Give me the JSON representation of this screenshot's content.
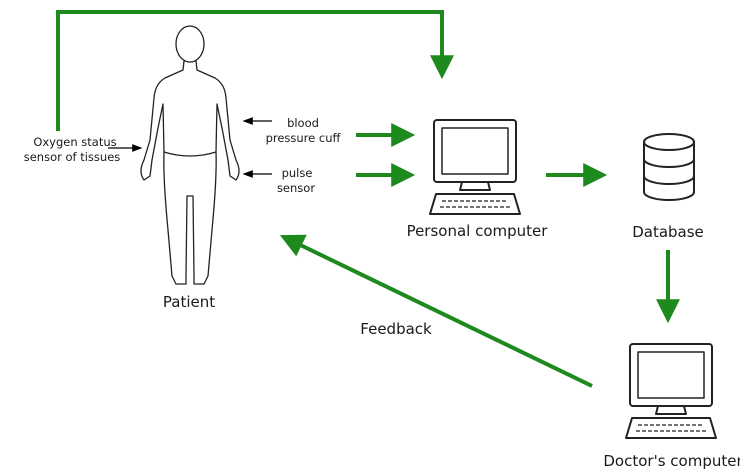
{
  "labels": {
    "oxygen_line1": "Oxygen status",
    "oxygen_line2": "sensor of tissues",
    "blood_line1": "blood",
    "blood_line2": "pressure cuff",
    "pulse_line1": "pulse",
    "pulse_line2": "sensor",
    "patient": "Patient",
    "personal_computer": "Personal computer",
    "database": "Database",
    "doctors_computer": "Doctor's computer",
    "feedback": "Feedback"
  },
  "colors": {
    "flow_arrow": "#1e8a1e",
    "sensor_arrow": "#000000",
    "outline": "#222222"
  },
  "icons": [
    "person-outline-icon",
    "desktop-computer-icon",
    "database-icon"
  ]
}
